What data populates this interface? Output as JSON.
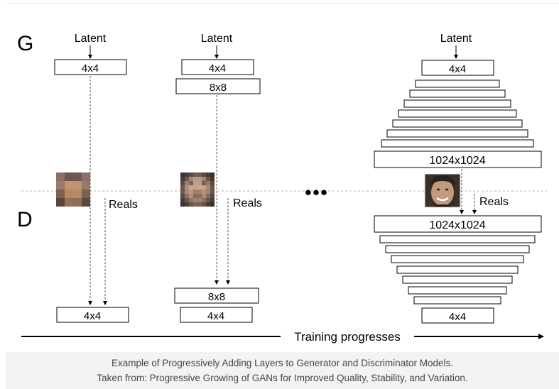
{
  "diagram": {
    "g_label": "G",
    "d_label": "D",
    "latent": "Latent",
    "reals": "Reals",
    "ellipsis": "•••",
    "training_label": "Training progresses",
    "block_4": "4x4",
    "block_8": "8x8",
    "block_1024": "1024x1024"
  },
  "caption": {
    "line1": "Example of Progressively Adding Layers to Generator and Discriminator Models.",
    "line2": "Taken from: Progressive Growing of GANs for Improved Quality, Stability, and Variation."
  },
  "colors": {
    "stroke": "#000000",
    "dotted": "#555555",
    "separator": "#cccccc",
    "caption_bg": "#f3f3f3",
    "caption_text": "#444444",
    "skin": "#b0886a",
    "hair": "#3c2e28"
  }
}
